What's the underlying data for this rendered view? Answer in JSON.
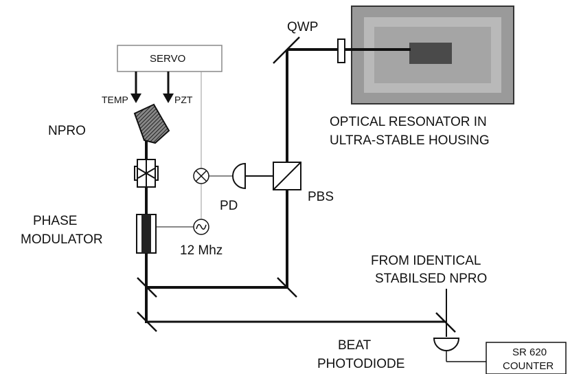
{
  "labels": {
    "servo": "SERVO",
    "temp": "TEMP",
    "pzt": "PZT",
    "npro": "NPRO",
    "phase_modulator_line1": "PHASE",
    "phase_modulator_line2": "MODULATOR",
    "frequency": "12 Mhz",
    "pd": "PD",
    "pbs": "PBS",
    "qwp": "QWP",
    "resonator_line1": "OPTICAL RESONATOR IN",
    "resonator_line2": "ULTRA-STABLE HOUSING",
    "from_line1": "FROM IDENTICAL",
    "from_line2": "STABILSED NPRO",
    "beat_line1": "BEAT",
    "beat_line2": "PHOTODIODE",
    "counter_line1": "SR 620",
    "counter_line2": "COUNTER"
  },
  "colors": {
    "beam": "#111111",
    "housing_outer": "#9a9a9a",
    "housing_band": "#b9b9b9",
    "resonator_core": "#4a4a4a",
    "servo_line": "#9a9a9a"
  }
}
